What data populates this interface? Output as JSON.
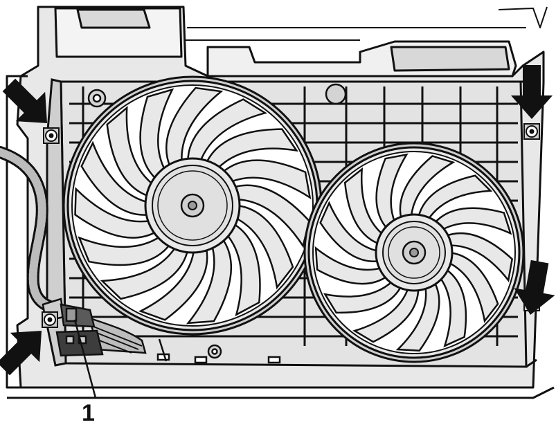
{
  "diagram": {
    "callouts": [
      {
        "label": "1"
      }
    ],
    "colors": {
      "line": "#111111",
      "fill_light": "#e8e8e8",
      "fill_mid": "#cfcfcf",
      "fill_dark": "#9a9a9a",
      "arrow": "#111111",
      "background": "#ffffff"
    },
    "arrows": 4,
    "fans": [
      {
        "name": "large-fan",
        "blades": 15
      },
      {
        "name": "small-fan",
        "blades": 13
      }
    ],
    "mounting_bolts": 4
  }
}
